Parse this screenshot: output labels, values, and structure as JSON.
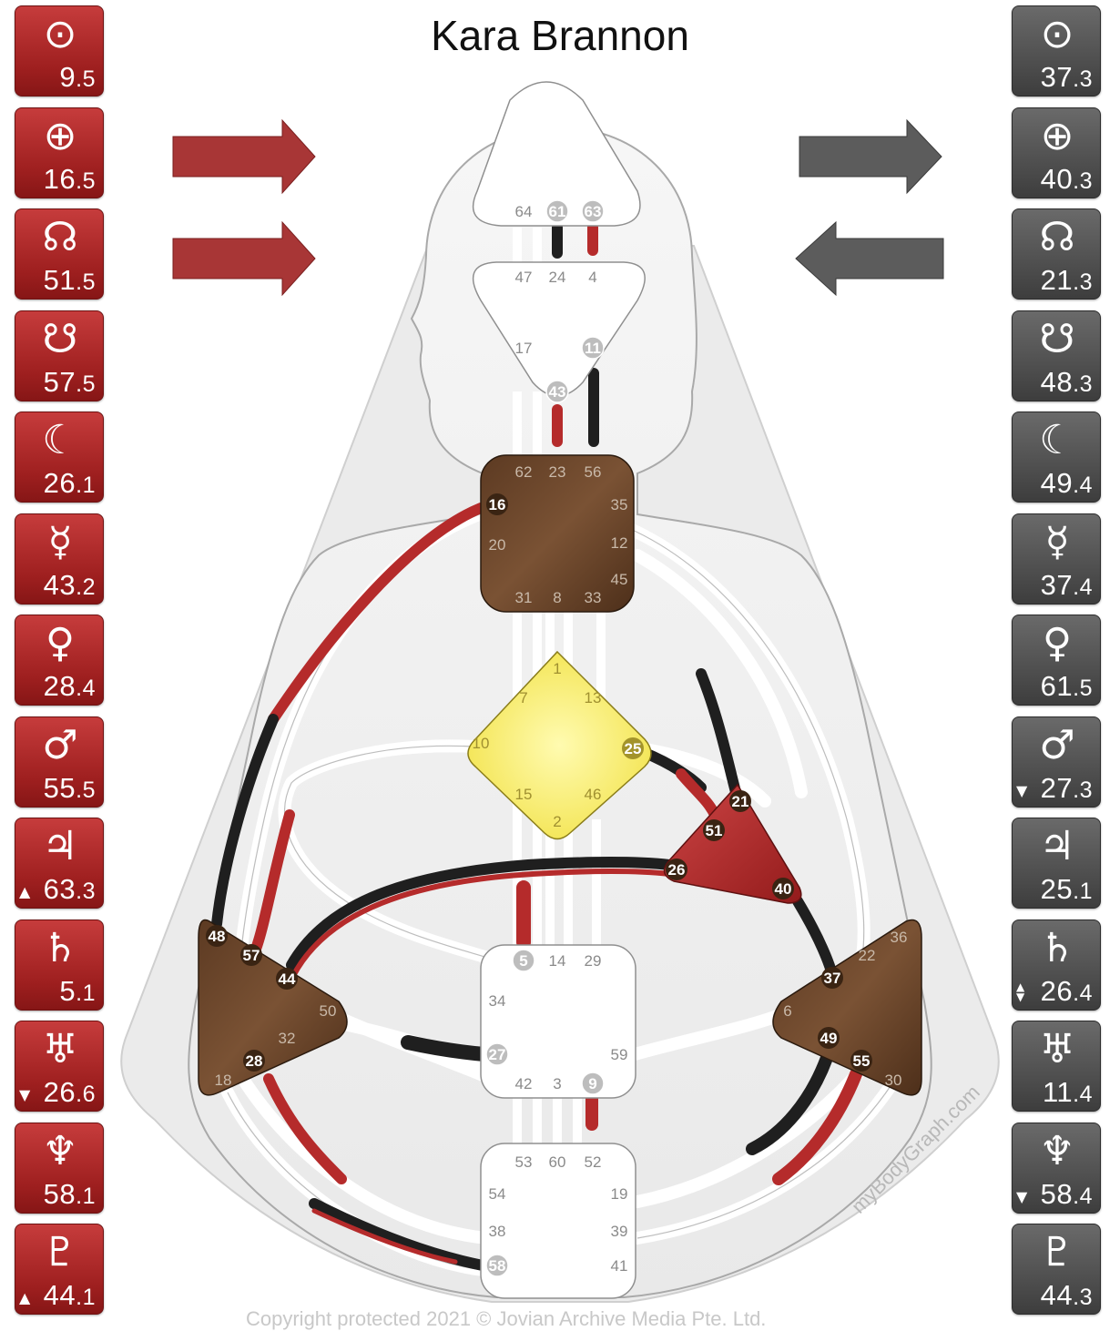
{
  "title": "Kara Brannon",
  "watermark": "myBodyGraph.com",
  "copyright": "Copyright protected 2021 © Jovian Archive Media Pte. Ltd.",
  "colors": {
    "design": "#b52b2b",
    "personality": "#232323",
    "defined_center": "#6b4528",
    "g_center": "#fbef6c",
    "spleen_center": "#b93232"
  },
  "design_column": [
    {
      "planet": "sun-icon",
      "glyph": "⊙",
      "gate": "9",
      "line": ".5",
      "marker": ""
    },
    {
      "planet": "earth-icon",
      "glyph": "⊕",
      "gate": "16",
      "line": ".5",
      "marker": ""
    },
    {
      "planet": "north-node-icon",
      "glyph": "☊",
      "gate": "51",
      "line": ".5",
      "marker": ""
    },
    {
      "planet": "south-node-icon",
      "glyph": "☋",
      "gate": "57",
      "line": ".5",
      "marker": ""
    },
    {
      "planet": "moon-icon",
      "glyph": "☾",
      "gate": "26",
      "line": ".1",
      "marker": ""
    },
    {
      "planet": "mercury-icon",
      "glyph": "☿",
      "gate": "43",
      "line": ".2",
      "marker": ""
    },
    {
      "planet": "venus-icon",
      "glyph": "♀",
      "gate": "28",
      "line": ".4",
      "marker": ""
    },
    {
      "planet": "mars-icon",
      "glyph": "♂",
      "gate": "55",
      "line": ".5",
      "marker": ""
    },
    {
      "planet": "jupiter-icon",
      "glyph": "♃",
      "gate": "63",
      "line": ".3",
      "marker": "▲"
    },
    {
      "planet": "saturn-icon",
      "glyph": "♄",
      "gate": "5",
      "line": ".1",
      "marker": ""
    },
    {
      "planet": "uranus-icon",
      "glyph": "♅",
      "gate": "26",
      "line": ".6",
      "marker": "▼"
    },
    {
      "planet": "neptune-icon",
      "glyph": "♆",
      "gate": "58",
      "line": ".1",
      "marker": ""
    },
    {
      "planet": "pluto-icon",
      "glyph": "♇",
      "gate": "44",
      "line": ".1",
      "marker": "▲"
    }
  ],
  "personality_column": [
    {
      "planet": "sun-icon",
      "glyph": "⊙",
      "gate": "37",
      "line": ".3",
      "marker": ""
    },
    {
      "planet": "earth-icon",
      "glyph": "⊕",
      "gate": "40",
      "line": ".3",
      "marker": ""
    },
    {
      "planet": "north-node-icon",
      "glyph": "☊",
      "gate": "21",
      "line": ".3",
      "marker": ""
    },
    {
      "planet": "south-node-icon",
      "glyph": "☋",
      "gate": "48",
      "line": ".3",
      "marker": ""
    },
    {
      "planet": "moon-icon",
      "glyph": "☾",
      "gate": "49",
      "line": ".4",
      "marker": ""
    },
    {
      "planet": "mercury-icon",
      "glyph": "☿",
      "gate": "37",
      "line": ".4",
      "marker": ""
    },
    {
      "planet": "venus-icon",
      "glyph": "♀",
      "gate": "61",
      "line": ".5",
      "marker": ""
    },
    {
      "planet": "mars-icon",
      "glyph": "♂",
      "gate": "27",
      "line": ".3",
      "marker": "▼"
    },
    {
      "planet": "jupiter-icon",
      "glyph": "♃",
      "gate": "25",
      "line": ".1",
      "marker": ""
    },
    {
      "planet": "saturn-icon",
      "glyph": "♄",
      "gate": "26",
      "line": ".4",
      "marker": "▲▼"
    },
    {
      "planet": "uranus-icon",
      "glyph": "♅",
      "gate": "11",
      "line": ".4",
      "marker": ""
    },
    {
      "planet": "neptune-icon",
      "glyph": "♆",
      "gate": "58",
      "line": ".4",
      "marker": "▼"
    },
    {
      "planet": "pluto-icon",
      "glyph": "♇",
      "gate": "44",
      "line": ".3",
      "marker": ""
    }
  ],
  "variable_arrows": {
    "design_top": "right",
    "design_bottom": "right",
    "personality_top": "right",
    "personality_bottom": "left"
  },
  "centers": [
    {
      "name": "head",
      "defined": false,
      "gates": [
        "64",
        "61",
        "63"
      ]
    },
    {
      "name": "ajna",
      "defined": false,
      "gates": [
        "47",
        "24",
        "4",
        "17",
        "11",
        "43"
      ]
    },
    {
      "name": "throat",
      "defined": true,
      "gates": [
        "62",
        "23",
        "56",
        "16",
        "35",
        "20",
        "12",
        "45",
        "31",
        "8",
        "33"
      ]
    },
    {
      "name": "g",
      "defined": true,
      "gates": [
        "1",
        "7",
        "13",
        "10",
        "25",
        "15",
        "46",
        "2"
      ]
    },
    {
      "name": "heart",
      "defined": true,
      "gates": [
        "21",
        "51",
        "26",
        "40"
      ]
    },
    {
      "name": "spleen",
      "defined": true,
      "gates": [
        "48",
        "57",
        "44",
        "50",
        "32",
        "28",
        "18"
      ]
    },
    {
      "name": "solar-plexus",
      "defined": true,
      "gates": [
        "36",
        "22",
        "37",
        "6",
        "49",
        "55",
        "30"
      ]
    },
    {
      "name": "sacral",
      "defined": false,
      "gates": [
        "5",
        "14",
        "29",
        "34",
        "27",
        "59",
        "42",
        "3",
        "9"
      ]
    },
    {
      "name": "root",
      "defined": false,
      "gates": [
        "53",
        "60",
        "52",
        "54",
        "19",
        "38",
        "39",
        "58",
        "41"
      ]
    }
  ],
  "active_gates": [
    "61",
    "63",
    "11",
    "43",
    "16",
    "25",
    "21",
    "51",
    "26",
    "40",
    "48",
    "57",
    "44",
    "28",
    "37",
    "49",
    "55",
    "5",
    "27",
    "9",
    "58"
  ]
}
